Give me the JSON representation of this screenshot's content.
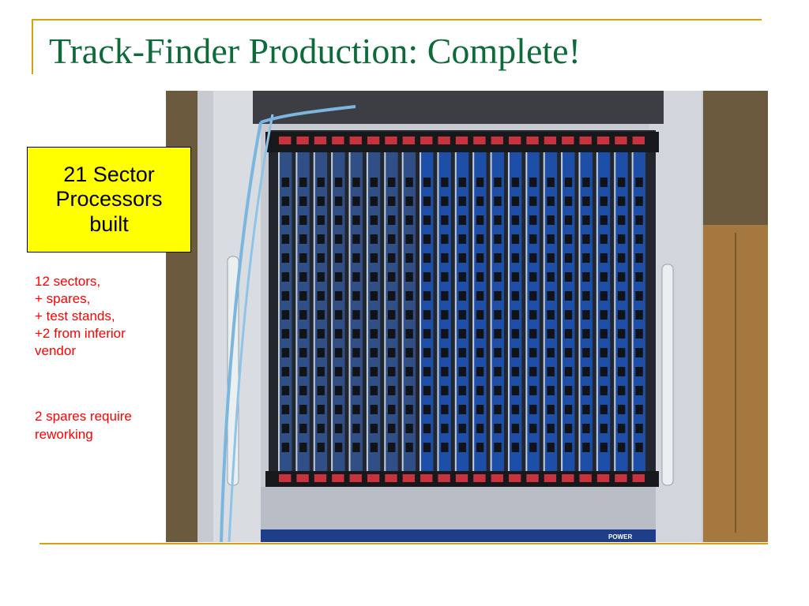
{
  "slide": {
    "title": "Track-Finder Production: Complete!",
    "callout": {
      "lines": [
        "21 Sector",
        "Processors",
        "built"
      ]
    },
    "notes_group1": [
      "12 sectors,",
      "+ spares,",
      "+ test stands,",
      "+2 from inferior",
      "vendor"
    ],
    "notes_group2": [
      "2 spares require",
      "reworking"
    ],
    "photo": {
      "description_icon": "crate-rack-photo",
      "card_count": 21,
      "bottom_labels": [
        "POWER"
      ]
    }
  },
  "colors": {
    "title": "#0d6b3a",
    "accent_rule": "#d4a017",
    "callout_bg": "#ffff00",
    "notes": "#ff0000",
    "card_blue": "#1e4fa8"
  }
}
